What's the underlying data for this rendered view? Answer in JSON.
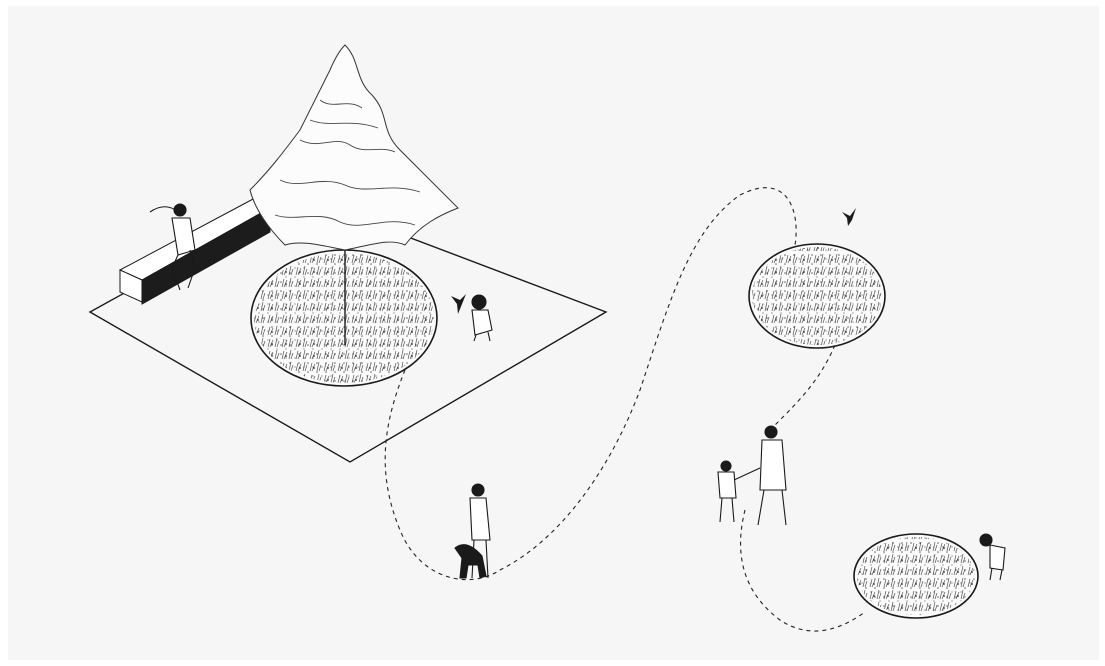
{
  "scene": {
    "background": "#f6f6f6",
    "ink": "#1a1a1a",
    "elements": [
      "plaza-ground-outline",
      "stone-bench",
      "large-tree",
      "planting-bed-large",
      "planting-bed-small-upper",
      "planting-bed-small-lower",
      "dashed-path",
      "person-sitting-on-bench",
      "child-crouching",
      "person-with-dog",
      "adult-with-child",
      "child-bending",
      "bird-near-child",
      "bird-flying"
    ]
  }
}
